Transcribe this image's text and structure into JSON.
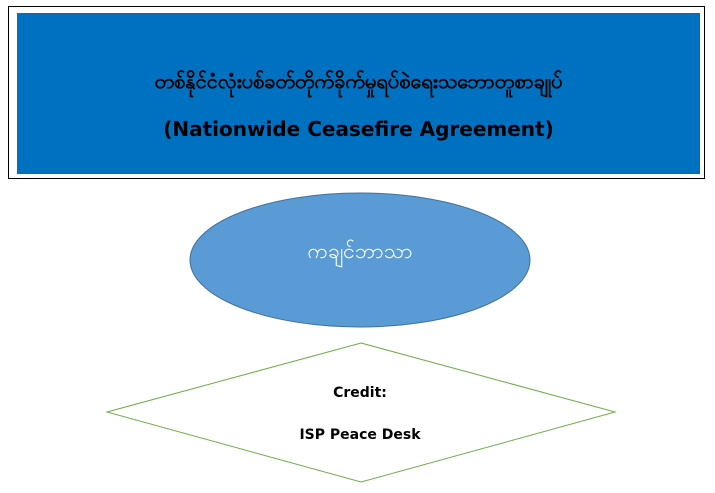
{
  "header": {
    "title_burmese": "တစ်နိုင်ငံလုံးပစ်ခတ်တိုက်ခိုက်မှုရပ်စဲရေးသဘောတူစာချုပ်",
    "title_english": "(Nationwide Ceasefire Agreement)"
  },
  "center_node": {
    "label": "ကချင်ဘာသာ"
  },
  "credit_node": {
    "label": "Credit:",
    "value": "ISP Peace Desk"
  },
  "colors": {
    "header_fill": "#0070c0",
    "ellipse_fill": "#5b9bd5",
    "ellipse_stroke": "#41719c",
    "diamond_stroke": "#70ad47"
  }
}
